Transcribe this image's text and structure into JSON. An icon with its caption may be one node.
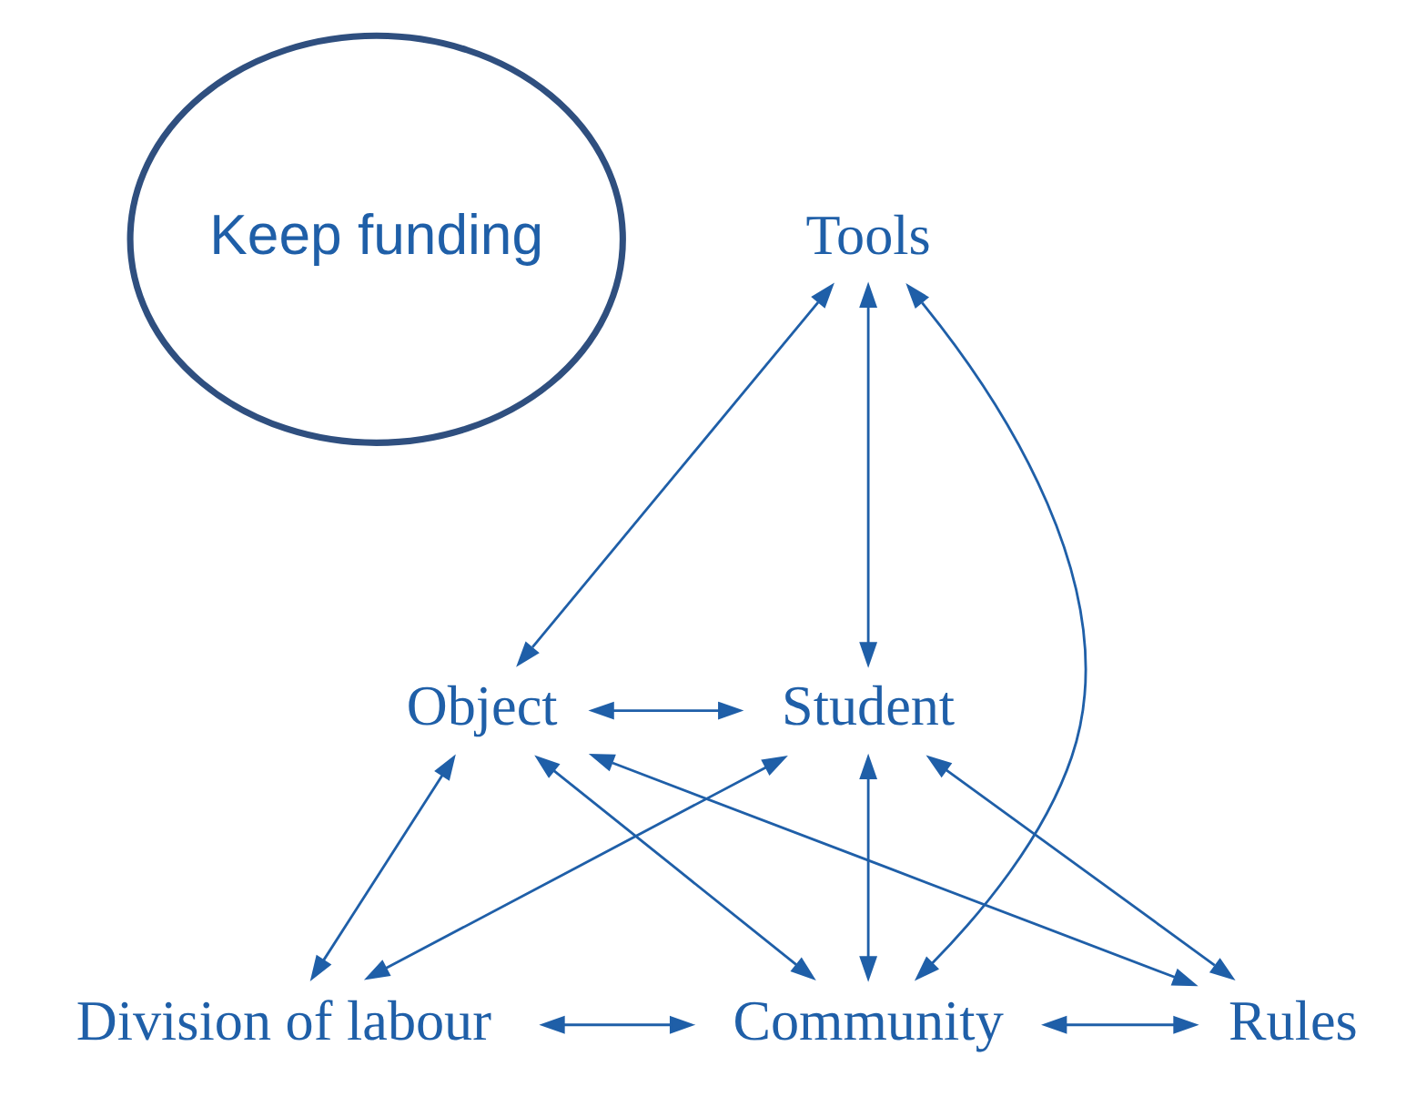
{
  "diagram": {
    "nodes": [
      {
        "text": [
          "Keep funding"
        ]
      },
      {
        "text": [
          "Tools"
        ]
      },
      {
        "text": [
          "Object"
        ]
      },
      {
        "text": [
          "Student"
        ]
      },
      {
        "text": [
          "Division of labour"
        ]
      },
      {
        "text": [
          "Community"
        ]
      },
      {
        "text": [
          "Rules"
        ]
      }
    ],
    "edges": [
      {
        "from": 1,
        "to": 2,
        "arrow": "both"
      },
      {
        "from": 1,
        "to": 3,
        "arrow": "both"
      },
      {
        "from": 1,
        "to": 5,
        "arrow": "both"
      },
      {
        "from": 2,
        "to": 3,
        "arrow": "both"
      },
      {
        "from": 2,
        "to": 4,
        "arrow": "both"
      },
      {
        "from": 2,
        "to": 5,
        "arrow": "both"
      },
      {
        "from": 2,
        "to": 6,
        "arrow": "both"
      },
      {
        "from": 3,
        "to": 4,
        "arrow": "both"
      },
      {
        "from": 3,
        "to": 5,
        "arrow": "both"
      },
      {
        "from": 3,
        "to": 6,
        "arrow": "both"
      },
      {
        "from": 4,
        "to": 5,
        "arrow": "both"
      },
      {
        "from": 5,
        "to": 6,
        "arrow": "both"
      }
    ]
  }
}
